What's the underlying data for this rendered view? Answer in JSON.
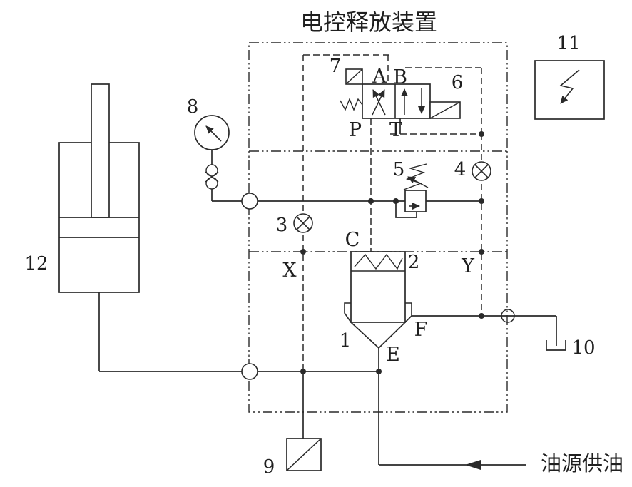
{
  "diagram": {
    "title": "电控释放装置",
    "supply_label": "油源供油",
    "ink_color": "#2a2a2a",
    "background_color": "#ffffff",
    "component_labels": {
      "n1": "1",
      "n2": "2",
      "n3": "3",
      "n4": "4",
      "n5": "5",
      "n6": "6",
      "n7": "7",
      "n8": "8",
      "n9": "9",
      "n10": "10",
      "n11": "11",
      "n12": "12"
    },
    "port_labels": {
      "A": "A",
      "B": "B",
      "P": "P",
      "T": "T",
      "C": "C",
      "E": "E",
      "F": "F",
      "X": "X",
      "Y": "Y"
    }
  }
}
